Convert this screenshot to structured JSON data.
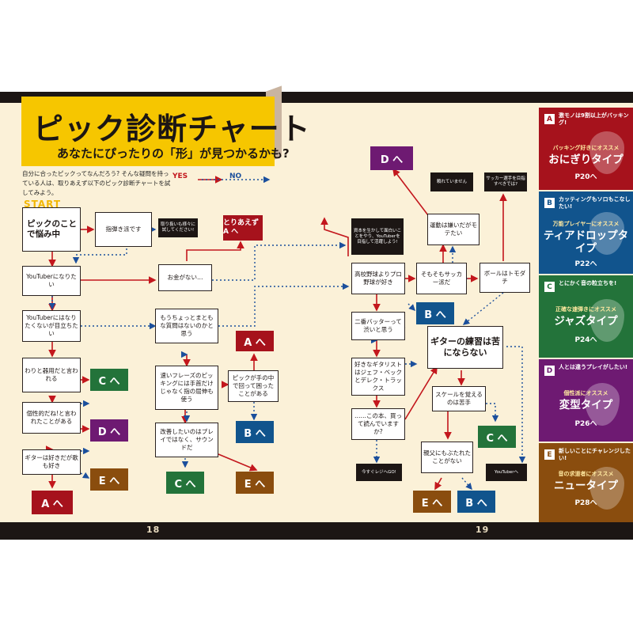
{
  "header": {
    "title": "ピック診断チャート",
    "subtitle": "あなたにぴったりの「形」が見つかるかも?",
    "intro": "自分に合ったピックってなんだろう? そんな疑問を持っている人は、取りあえず以下のピック診断チャートを試してみよう。",
    "legend_yes": "YES",
    "legend_no": "NO",
    "start": "START"
  },
  "pages": {
    "left": "18",
    "right": "19"
  },
  "colors": {
    "A": "#a6121c",
    "B": "#11548d",
    "C": "#23733a",
    "D": "#6e1a72",
    "E": "#8a4d0e",
    "yes": "#c3171d",
    "no": "#1b4f9c",
    "title_bg": "#f6c600"
  },
  "nodes": {
    "q1": "ピックのことで悩み中",
    "q2": "指弾き派です",
    "b1": "取り扱いも様々に試してください!",
    "q3": "YouTuberになりたい",
    "q4": "お金がない…",
    "q5": "YouTuberにはなりたくないが目立ちたい",
    "q6": "もうちょっとまともな質問はないのかと思う",
    "q7": "わりと器用だと言われる",
    "q8": "速いフレーズのピッキングには手首だけじゃなく指の屈伸も使う",
    "q9": "ピックが手の中で回って困ったことがある",
    "q10": "個性的だね!と言われたことがある",
    "q11": "改善したいのはプレイではなく、サウンドだ",
    "q12": "ギターは好きだが歌も好き",
    "b2": "資本を生かして面白いことをやり、YouTuberを目指して活躍しよう!",
    "q13": "高校野球よりプロ野球が好き",
    "q14": "そもそもサッカー派だ",
    "q15": "ボールはトモダチ",
    "q16": "運動は嫌いだがモテたい",
    "b3": "頼れていません",
    "b4": "サッカー選手を目指すべきでは?",
    "q17": "二番バッターって渋いと思う",
    "q18": "ギターの練習は苦にならない",
    "q19": "好きなギタリストはジェフ・ベックとデレク・トラックス",
    "q20": "スケールを覚えるのは苦手",
    "q21": "……この本、買って読んでいますか?",
    "q22": "親父にもぶたれたことがない",
    "b5": "今すぐレジへGO!",
    "b6": "YouTuberへ"
  },
  "results": {
    "toriaezu": "とりあえず A へ",
    "A": "A へ",
    "B": "B へ",
    "C": "C へ",
    "D": "D へ",
    "E": "E へ"
  },
  "sidebar": [
    {
      "letter": "A",
      "desc": "激モノは9割以上がバッキング!",
      "tag": "バッキング好きにオススメ",
      "name": "おにぎりタイプ",
      "page": "P20へ"
    },
    {
      "letter": "B",
      "desc": "カッティングもソロもこなしたい!",
      "tag": "万能プレイヤーにオススメ",
      "name": "ティアドロップタイプ",
      "page": "P22へ"
    },
    {
      "letter": "C",
      "desc": "とにかく音の粒立ちを!",
      "tag": "正確な速弾きにオススメ",
      "name": "ジャズタイプ",
      "page": "P24へ"
    },
    {
      "letter": "D",
      "desc": "人とは違うプレイがしたい!",
      "tag": "個性派にオススメ",
      "name": "変型タイプ",
      "page": "P26へ"
    },
    {
      "letter": "E",
      "desc": "新しいことにチャレンジしたい!",
      "tag": "音の求道者にオススメ",
      "name": "ニュータイプ",
      "page": "P28へ"
    }
  ]
}
